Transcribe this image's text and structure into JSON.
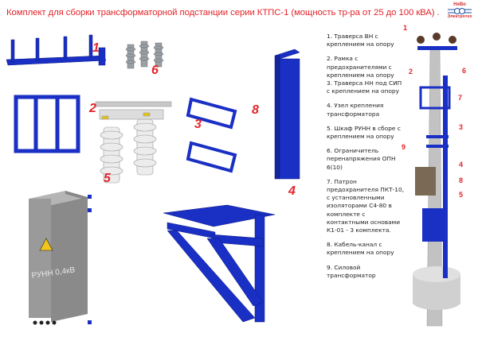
{
  "title": "Комплект для сборки трансформаторной подстанции серии КТПС-1  (мощность тр-ра от 25 до 100 кВА) .",
  "logo": {
    "line1": "НеВо",
    "line2": "Электротех"
  },
  "colors": {
    "title": "#e3262b",
    "metal": "#1a2fc4",
    "insulator": "#e8e8e8",
    "cabinet": "#8f8f8f"
  },
  "part_numbers": [
    "1",
    "2",
    "3",
    "4",
    "5",
    "6",
    "8"
  ],
  "pole_numbers": [
    "1",
    "2",
    "3",
    "4",
    "5",
    "6",
    "7",
    "8",
    "9"
  ],
  "cabinet_label": "РУНН 0,4кВ",
  "legend": [
    "1. Траверса ВН с креплением на опору",
    "2. Рамка с предохранителями с креплением на опору",
    "3. Траверса НН под СИП с креплением на опору",
    "4. Узел крепления трансформатора",
    "5. Шкаф РУНН в сборе с креплением на опору",
    "6. Ограничитель перенапряжения ОПН 6(10)",
    "7. Патрон предохранителя ПКТ-10, с установленными изоляторами С4-80 в комплекте с контактными основами К1-01 - 3 комплекта.",
    "8. Кабель-канал с креплением на опору",
    "9. Силовой трансформатор"
  ]
}
